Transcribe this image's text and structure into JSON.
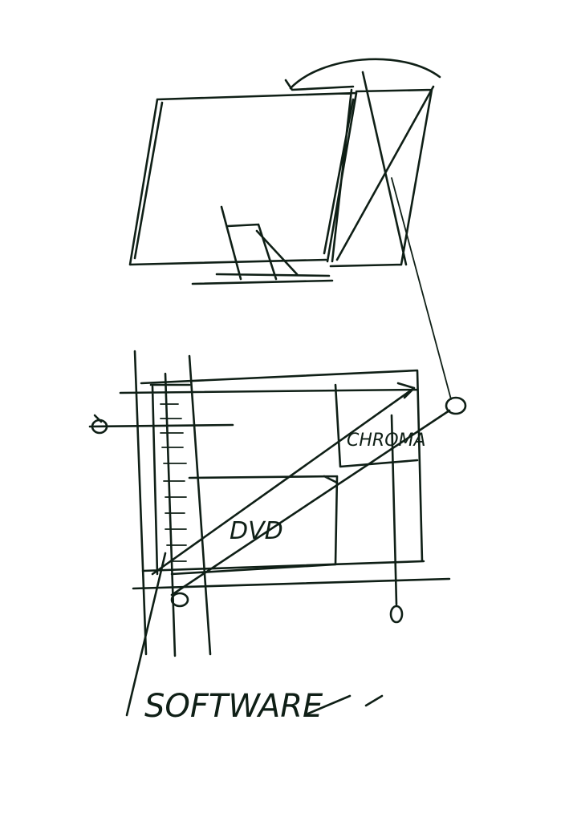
{
  "labels": {
    "dvd": "DVD",
    "chroma": "CHROMA",
    "software": "SOFTWARE"
  },
  "colors": {
    "ink": "#0f1f16",
    "paper": "#ffffff"
  }
}
